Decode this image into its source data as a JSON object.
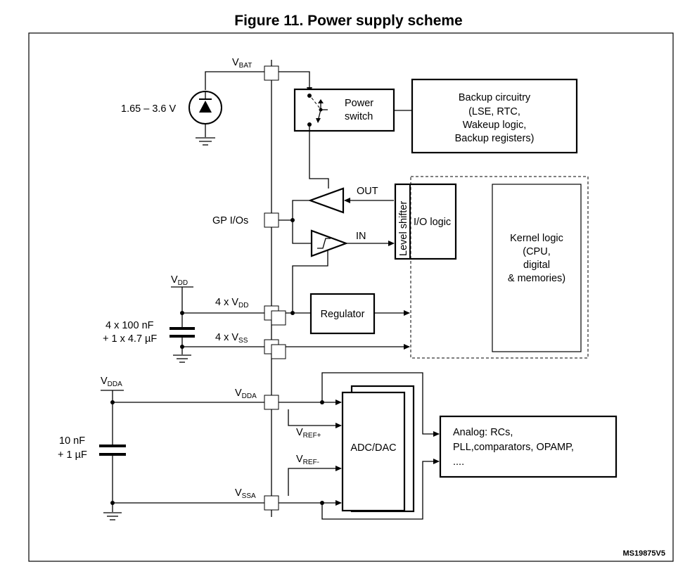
{
  "title": "Figure 11. Power supply scheme",
  "reference": "MS19875V5",
  "supply": {
    "battery_voltage": "1.65 – 3.6 V"
  },
  "pins": {
    "vbat": {
      "main": "V",
      "sub": "BAT"
    },
    "gpio": "GP I/Os",
    "vdd_label": {
      "main": "V",
      "sub": "DD"
    },
    "vdd4": {
      "main": "4 x V",
      "sub": "DD"
    },
    "vss4": {
      "main": "4 x V",
      "sub": "SS"
    },
    "vdda_label": {
      "main": "V",
      "sub": "DDA"
    },
    "vdda": {
      "main": "V",
      "sub": "DDA"
    },
    "vref_plus": {
      "main": "V",
      "sub": "REF+"
    },
    "vref_minus": {
      "main": "V",
      "sub": "REF-"
    },
    "vssa": {
      "main": "V",
      "sub": "SSA"
    }
  },
  "capacitors": {
    "vdd_caps": [
      "4 x 100 nF",
      "+ 1 x 4.7 µF"
    ],
    "vdda_caps": [
      "10 nF",
      "+ 1 µF"
    ]
  },
  "blocks": {
    "power_switch": [
      "Power",
      "switch"
    ],
    "backup": [
      "Backup circuitry",
      "(LSE, RTC,",
      "Wakeup logic,",
      "Backup registers)"
    ],
    "level_shifter": "Level shifter",
    "io_logic": "I/O logic",
    "kernel": [
      "Kernel logic",
      "(CPU,",
      "digital",
      "& memories)"
    ],
    "regulator": "Regulator",
    "adc_dac": "ADC/DAC",
    "analog": [
      "Analog: RCs,",
      "PLL,comparators, OPAMP,",
      "...."
    ]
  },
  "signals": {
    "out": "OUT",
    "in": "IN"
  }
}
